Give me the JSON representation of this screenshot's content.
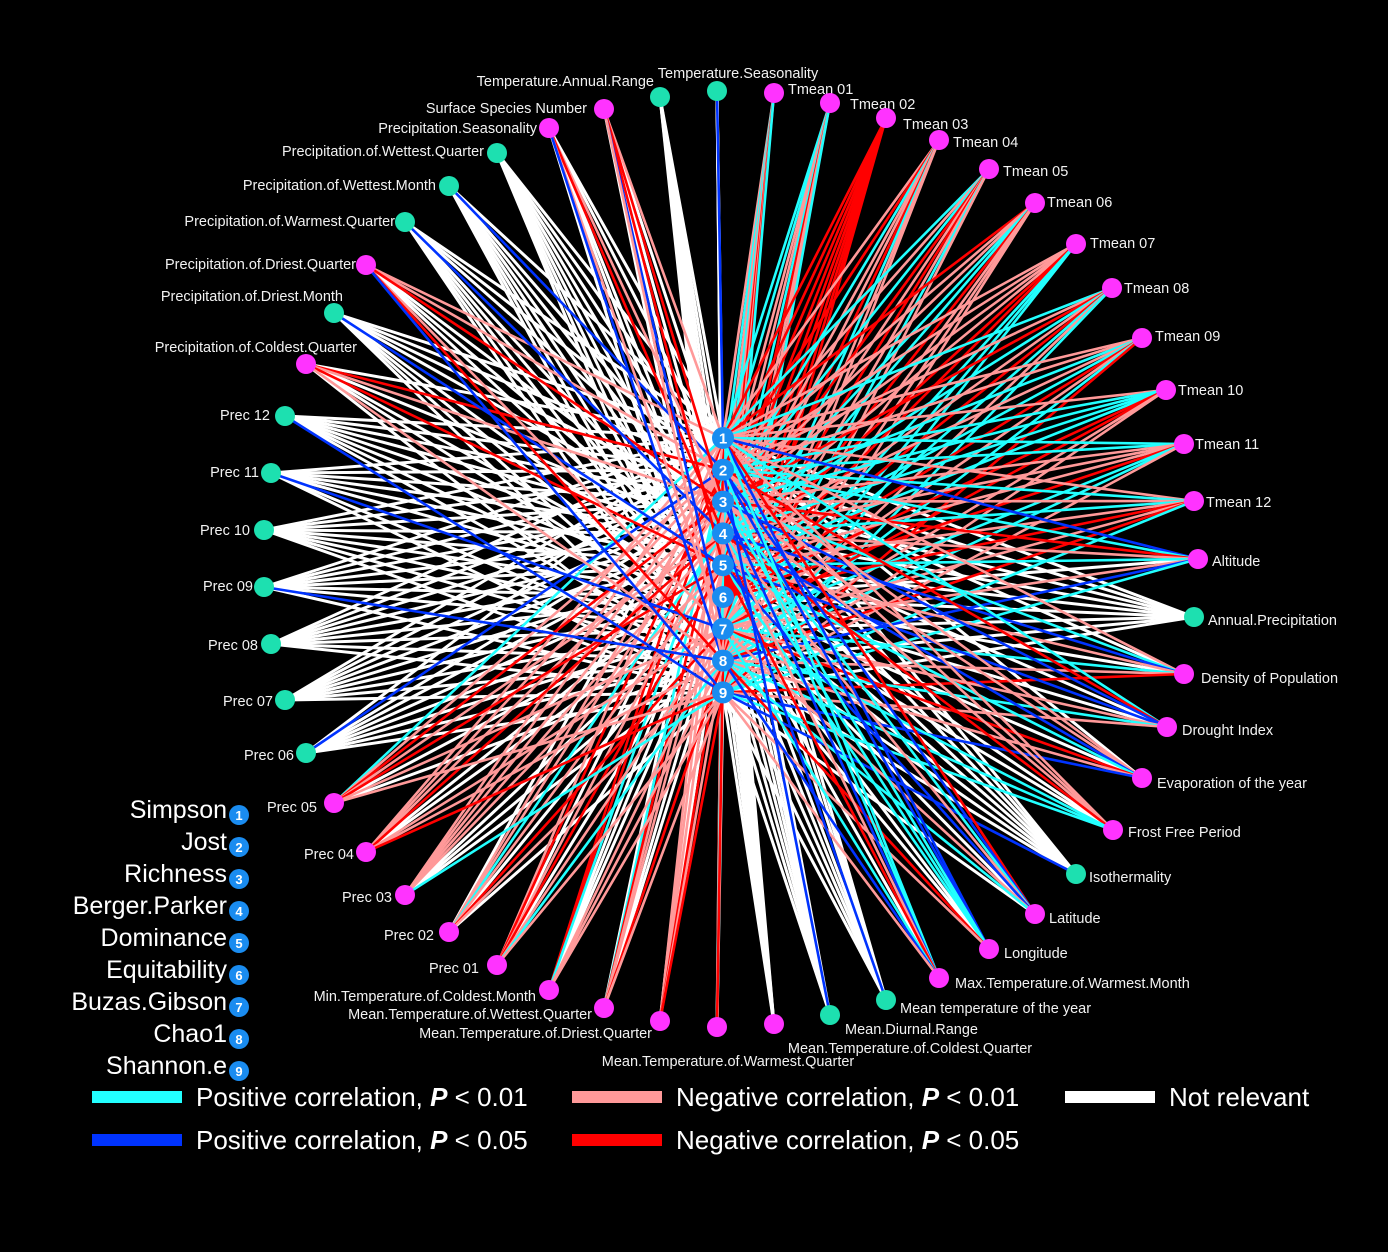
{
  "colors": {
    "background": "#000000",
    "node_magenta": "#ff33ff",
    "node_teal": "#1de0b0",
    "center_node": "#1a8cf0",
    "edge_pos_001": "#22ffff",
    "edge_pos_005": "#0033ff",
    "edge_neg_001": "#ff9999",
    "edge_neg_005": "#ff0000",
    "edge_none": "#ffffff"
  },
  "center_nodes": [
    {
      "id": "1",
      "name": "Simpson"
    },
    {
      "id": "2",
      "name": "Jost"
    },
    {
      "id": "3",
      "name": "Richness"
    },
    {
      "id": "4",
      "name": "Berger.Parker"
    },
    {
      "id": "5",
      "name": "Dominance"
    },
    {
      "id": "6",
      "name": "Equitability"
    },
    {
      "id": "7",
      "name": "Buzas.Gibson"
    },
    {
      "id": "8",
      "name": "Chao1"
    },
    {
      "id": "9",
      "name": "Shannon.e"
    }
  ],
  "outer_nodes": [
    {
      "label": "Temperature.Seasonality",
      "color": "teal"
    },
    {
      "label": "Tmean 01",
      "color": "magenta"
    },
    {
      "label": "Tmean 02",
      "color": "magenta"
    },
    {
      "label": "Tmean 03",
      "color": "magenta"
    },
    {
      "label": "Tmean 04",
      "color": "magenta"
    },
    {
      "label": "Tmean 05",
      "color": "magenta"
    },
    {
      "label": "Tmean 06",
      "color": "magenta"
    },
    {
      "label": "Tmean 07",
      "color": "magenta"
    },
    {
      "label": "Tmean 08",
      "color": "magenta"
    },
    {
      "label": "Tmean 09",
      "color": "magenta"
    },
    {
      "label": "Tmean 10",
      "color": "magenta"
    },
    {
      "label": "Tmean 11",
      "color": "magenta"
    },
    {
      "label": "Tmean 12",
      "color": "magenta"
    },
    {
      "label": "Altitude",
      "color": "magenta"
    },
    {
      "label": "Annual.Precipitation",
      "color": "teal"
    },
    {
      "label": "Density of Population",
      "color": "magenta"
    },
    {
      "label": "Drought Index",
      "color": "magenta"
    },
    {
      "label": "Evaporation of the year",
      "color": "magenta"
    },
    {
      "label": "Frost Free Period",
      "color": "magenta"
    },
    {
      "label": "Isothermality",
      "color": "teal"
    },
    {
      "label": "Latitude",
      "color": "magenta"
    },
    {
      "label": "Longitude",
      "color": "magenta"
    },
    {
      "label": "Max.Temperature.of.Warmest.Month",
      "color": "magenta"
    },
    {
      "label": "Mean temperature of the year",
      "color": "teal"
    },
    {
      "label": "Mean.Diurnal.Range",
      "color": "teal"
    },
    {
      "label": "Mean.Temperature.of.Coldest.Quarter",
      "color": "magenta"
    },
    {
      "label": "Mean.Temperature.of.Warmest.Quarter",
      "color": "magenta"
    },
    {
      "label": "Mean.Temperature.of.Driest.Quarter",
      "color": "magenta"
    },
    {
      "label": "Mean.Temperature.of.Wettest.Quarter",
      "color": "magenta"
    },
    {
      "label": "Min.Temperature.of.Coldest.Month",
      "color": "magenta"
    },
    {
      "label": "Prec 01",
      "color": "magenta"
    },
    {
      "label": "Prec 02",
      "color": "magenta"
    },
    {
      "label": "Prec 03",
      "color": "magenta"
    },
    {
      "label": "Prec 04",
      "color": "magenta"
    },
    {
      "label": "Prec 05",
      "color": "magenta"
    },
    {
      "label": "Prec 06",
      "color": "teal"
    },
    {
      "label": "Prec 07",
      "color": "teal"
    },
    {
      "label": "Prec 08",
      "color": "teal"
    },
    {
      "label": "Prec 09",
      "color": "teal"
    },
    {
      "label": "Prec 10",
      "color": "teal"
    },
    {
      "label": "Prec 11",
      "color": "teal"
    },
    {
      "label": "Prec 12",
      "color": "teal"
    },
    {
      "label": "Precipitation.of.Coldest.Quarter",
      "color": "magenta"
    },
    {
      "label": "Precipitation.of.Driest.Month",
      "color": "teal"
    },
    {
      "label": "Precipitation.of.Driest.Quarter",
      "color": "magenta"
    },
    {
      "label": "Precipitation.of.Warmest.Quarter",
      "color": "teal"
    },
    {
      "label": "Precipitation.of.Wettest.Month",
      "color": "teal"
    },
    {
      "label": "Precipitation.of.Wettest.Quarter",
      "color": "teal"
    },
    {
      "label": "Precipitation.Seasonality",
      "color": "magenta"
    },
    {
      "label": "Surface Species Number",
      "color": "magenta"
    },
    {
      "label": "Temperature.Annual.Range",
      "color": "teal"
    }
  ],
  "legend": [
    {
      "prefix": "Positive correlation, ",
      "p": "P",
      "suffix": " < 0.01",
      "color": "#22ffff"
    },
    {
      "prefix": "Negative correlation, ",
      "p": "P",
      "suffix": " < 0.01",
      "color": "#ff9999"
    },
    {
      "prefix": "Not relevant",
      "p": "",
      "suffix": "",
      "color": "#ffffff"
    },
    {
      "prefix": "Positive correlation, ",
      "p": "P",
      "suffix": " < 0.05",
      "color": "#0033ff"
    },
    {
      "prefix": "Negative correlation, ",
      "p": "P",
      "suffix": " < 0.05",
      "color": "#ff0000"
    }
  ]
}
